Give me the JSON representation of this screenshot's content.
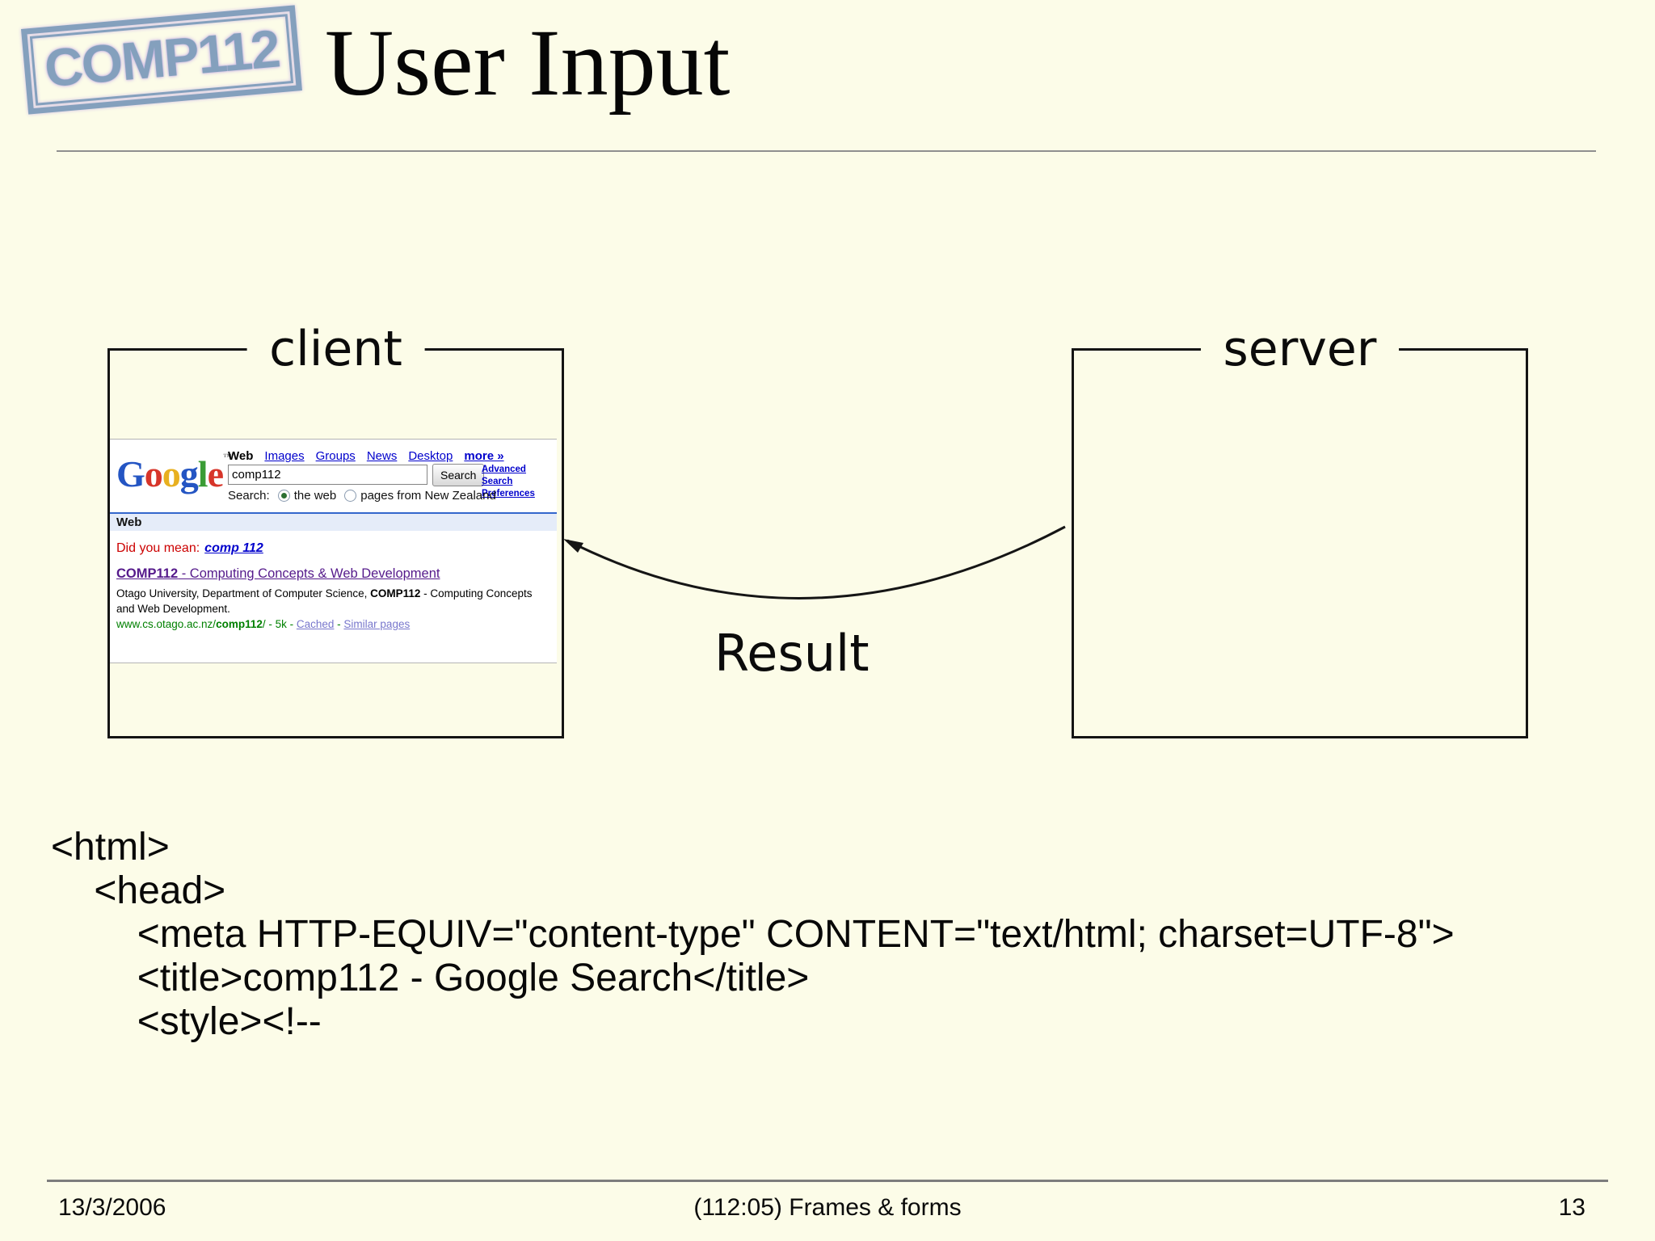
{
  "slide": {
    "stamp": "COMP112",
    "title": "User Input",
    "footer": {
      "date": "13/3/2006",
      "center": "(112:05) Frames & forms",
      "page": "13"
    }
  },
  "diagram": {
    "client_label": "client",
    "server_label": "server",
    "result_label": "Result"
  },
  "google": {
    "logo": {
      "g1": "G",
      "o1": "o",
      "o2": "o",
      "g2": "g",
      "l": "l",
      "e": "e",
      "tm": "™"
    },
    "nav": {
      "web": "Web",
      "links": [
        "Images",
        "Groups",
        "News",
        "Desktop"
      ],
      "more": "more »"
    },
    "search": {
      "query": "comp112",
      "button": "Search",
      "advanced": "Advanced Search",
      "preferences": "Preferences"
    },
    "scope": {
      "label": "Search:",
      "option_web": "the web",
      "option_nz": "pages from New Zealand"
    },
    "tabbar": {
      "label": "Web"
    },
    "didyoumean": {
      "label": "Did you mean:",
      "suggestion": "comp 112"
    },
    "result": {
      "title_bold": "COMP112",
      "title_rest": " - Computing Concepts & Web Development",
      "snippet_pre": "Otago University, Department of Computer Science, ",
      "snippet_bold": "COMP112",
      "snippet_post": " - Computing Concepts and Web Development.",
      "url_pre": "www.cs.otago.ac.nz/",
      "url_bold": "comp112",
      "url_post": "/ - 5k - ",
      "cached": "Cached",
      "sep": " - ",
      "similar": "Similar pages"
    }
  },
  "code": {
    "text": "<html>\n    <head>\n        <meta HTTP-EQUIV=\"content-type\" CONTENT=\"text/html; charset=UTF-8\">\n        <title>comp112 - Google Search</title>\n        <style><!--"
  },
  "colors": {
    "page_bg": "#fcfce8",
    "stamp_blue": "#84a0bd",
    "link_blue": "#0000cc",
    "visited_purple": "#551a8b",
    "error_red": "#cc0000",
    "url_green": "#008000",
    "tabbar_blue": "#3366cc",
    "tabbar_bg": "#e5ecf9"
  }
}
